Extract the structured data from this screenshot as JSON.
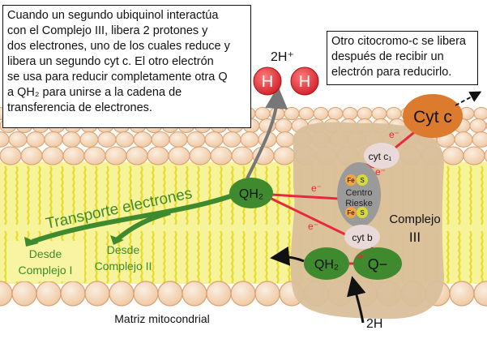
{
  "left_caption": {
    "lines": [
      "Cuando un segundo ubiquinol interactúa",
      "con el Complejo III, libera 2 protones y",
      "dos electrones, uno de los cuales reduce y",
      "libera un segundo cyt c. El otro electrón",
      "se usa para reducir completamente otra Q",
      "a QH₂ para unirse a la cadena de",
      "transferencia de electrones."
    ]
  },
  "right_caption": {
    "lines": [
      "Otro citocromo-c se libera",
      "después de recibir un",
      "electrón para reducirlo."
    ]
  },
  "protons": {
    "label": "2H⁺",
    "h1": "H",
    "h2": "H"
  },
  "molecules": {
    "cyt_c": "Cyt c",
    "cyt_c1": "cyt c₁",
    "rieske": [
      "Centro",
      "Rieske"
    ],
    "fe": "Fe",
    "s": "S",
    "cyt_b": "cyt b",
    "q_minus": "Q−",
    "qh2_upper": "QH₂",
    "qh2_lower": "QH₂"
  },
  "electron_label": "e⁻",
  "complex": {
    "line1": "Complejo",
    "line2": "III"
  },
  "transport_label": "Transporte electrones",
  "from_complex_1": [
    "Desde",
    "Complejo I"
  ],
  "from_complex_2": [
    "Desde",
    "Complejo II"
  ],
  "matrix_label": "Matriz mitocondrial",
  "lower_protons": "2H",
  "colors": {
    "membrane_head": "#f2d3b3",
    "head_stroke": "#d9a070",
    "tails": "#f7f39a",
    "tail_line": "#e6dc2a",
    "complex": "#d9bf9b",
    "green": "#3f8a2e",
    "red_line": "#e8283f",
    "cyt_c": "#dc7a2d",
    "proton": "#e0323a"
  }
}
